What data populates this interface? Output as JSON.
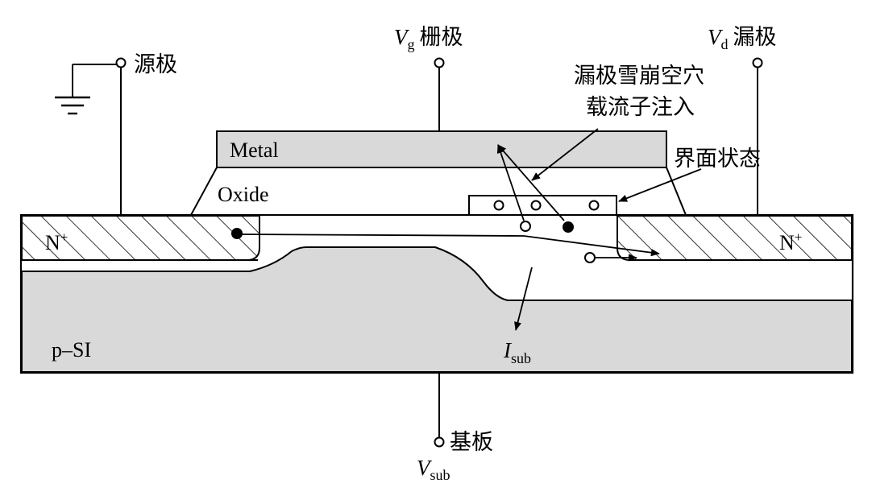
{
  "terminals": {
    "source": {
      "label": "源极"
    },
    "gate": {
      "var": "V",
      "sub": "g",
      "label": "栅极"
    },
    "drain": {
      "var": "V",
      "sub": "d",
      "label": "漏极"
    },
    "substrate": {
      "label": "基板",
      "var": "V",
      "sub": "sub"
    }
  },
  "layers": {
    "metal": "Metal",
    "oxide": "Oxide",
    "substrate": "p–SI"
  },
  "regions": {
    "source_n": {
      "base": "N",
      "sup": "+"
    },
    "drain_n": {
      "base": "N",
      "sup": "+"
    }
  },
  "annotations": {
    "hole_injection_line1": "漏极雪崩空穴",
    "hole_injection_line2": "载流子注入",
    "interface_states": "界面状态",
    "substrate_current": {
      "var": "I",
      "sub": "sub"
    }
  },
  "colors": {
    "fill_gray": "#d9d9d9",
    "line": "#000000",
    "background": "#ffffff"
  }
}
